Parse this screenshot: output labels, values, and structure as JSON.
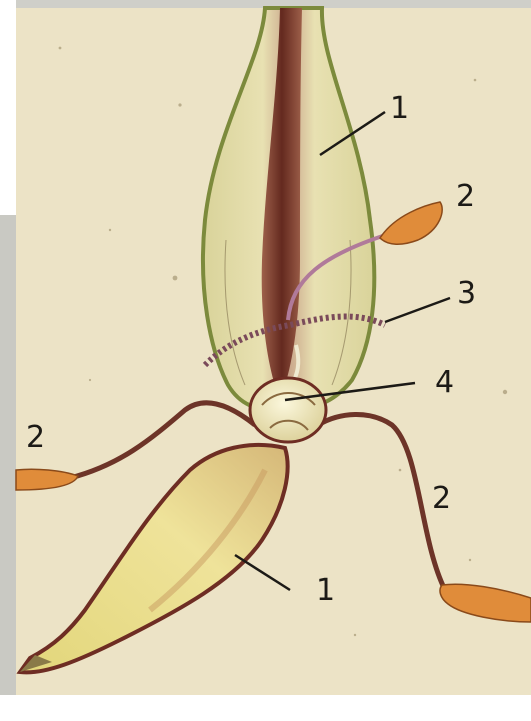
{
  "labels": {
    "top_petal": "1",
    "upper_right_stamen": "2",
    "staminode_ring": "3",
    "ovary": "4",
    "left_stamen": "2",
    "lower_right_stamen": "2",
    "bottom_petal": "1"
  },
  "colors": {
    "paper": "#ece3c6",
    "grey_margin": "#c9c9c3",
    "petal_cream": "#e9e2a8",
    "petal_yellow": "#ead77e",
    "petal_edge_green": "#7c8a3c",
    "midrib_brown": "#6e2d23",
    "anther_orange": "#e08c3a",
    "filament_maroon": "#6d3428",
    "ovary_pale": "#f2ecc4",
    "leader_line": "#1c1a16"
  }
}
